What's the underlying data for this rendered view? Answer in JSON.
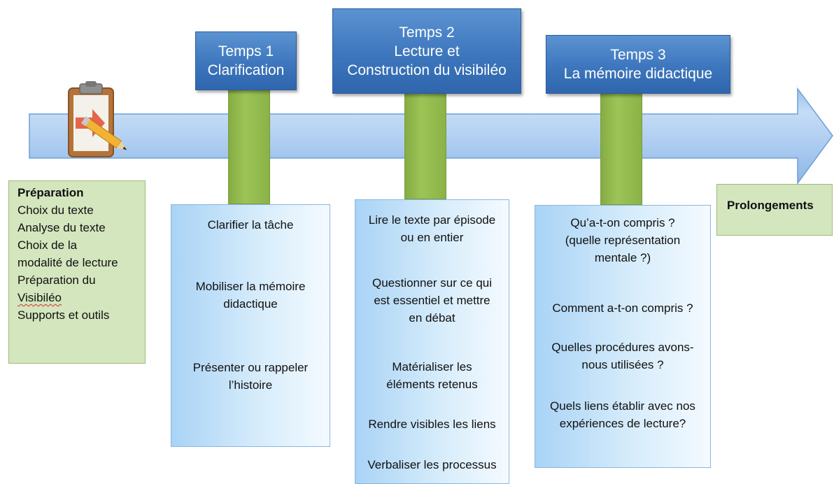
{
  "colors": {
    "arrow": "#b7d3f3",
    "arrow_edge": "#6f9fd6",
    "title_blue": "#3d76bd",
    "connector_green": "#9cc455",
    "content_blue": "#bfe0f8",
    "side_green": "#d3e6be"
  },
  "icon": {
    "name": "clipboard-pencil-icon"
  },
  "phases": [
    {
      "title_lines": [
        "Temps 1",
        "Clarification"
      ],
      "items": [
        "Clarifier la tâche",
        "Mobiliser la mémoire\ndidactique",
        "Présenter ou rappeler\nl’histoire"
      ]
    },
    {
      "title_lines": [
        "Temps 2",
        "Lecture et",
        "Construction du visibiléo"
      ],
      "items": [
        "Lire le texte par épisode\nou en entier",
        "Questionner  sur ce qui\nest essentiel et mettre\nen débat",
        "Matérialiser les\néléments retenus",
        "Rendre visibles les liens",
        "Verbaliser les processus"
      ]
    },
    {
      "title_lines": [
        "Temps 3",
        "La mémoire didactique"
      ],
      "items": [
        "Qu’a-t-on compris ?\n(quelle représentation\nmentale ?)",
        "Comment a-t-on compris ?",
        "Quelles procédures avons-\nnous utilisées ?",
        "Quels liens établir avec nos\nexpériences de lecture?"
      ]
    }
  ],
  "preparation": {
    "heading": "Préparation",
    "lines": [
      "Choix du texte",
      "Analyse du texte",
      "Choix de la",
      "modalité de lecture",
      "Préparation du",
      "Visibiléo",
      "Supports et outils"
    ]
  },
  "prolongements": {
    "label": "Prolongements"
  }
}
